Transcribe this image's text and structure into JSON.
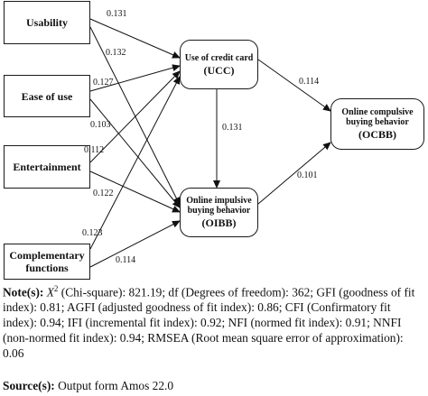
{
  "constructs": {
    "usability": "Usability",
    "ease_of_use": "Ease of use",
    "entertainment": "Entertainment",
    "complementary_line1": "Complementary",
    "complementary_line2": "functions",
    "ucc_label": "Use of credit card",
    "ucc_abbr": "(UCC)",
    "oibb_line1": "Online impulsive",
    "oibb_line2": "buying behavior",
    "oibb_abbr": "(OIBB)",
    "ocbb_line1": "Online compulsive",
    "ocbb_line2": "buying behavior",
    "ocbb_abbr": "(OCBB)"
  },
  "paths": {
    "usability_ucc": "0.131",
    "usability_oibb": "0.132",
    "ease_ucc": "0.127",
    "ease_oibb": "0.103",
    "ent_ucc": "0.112",
    "ent_oibb": "0.122",
    "comp_ucc": "0.123",
    "comp_oibb": "0.114",
    "ucc_oibb": "0.131",
    "ucc_ocbb": "0.114",
    "oibb_ocbb": "0.101"
  },
  "notes": {
    "heading": "Note(s):",
    "chi_symbol": "X",
    "chi_sup": "2",
    "text": "(Chi-square): 821.19; df (Degrees of freedom): 362; GFI (goodness of fit index): 0.81; AGFI (adjusted goodness of fit index): 0.86; CFI (Confirmatory fit index): 0.94; IFI (incremental fit index): 0.92; NFI (normed fit index): 0.91; NNFI (non-normed fit index): 0.94; RMSEA (Root mean square error of approximation): 0.06"
  },
  "source": {
    "heading": "Source(s):",
    "text": "Output form Amos 22.0"
  }
}
